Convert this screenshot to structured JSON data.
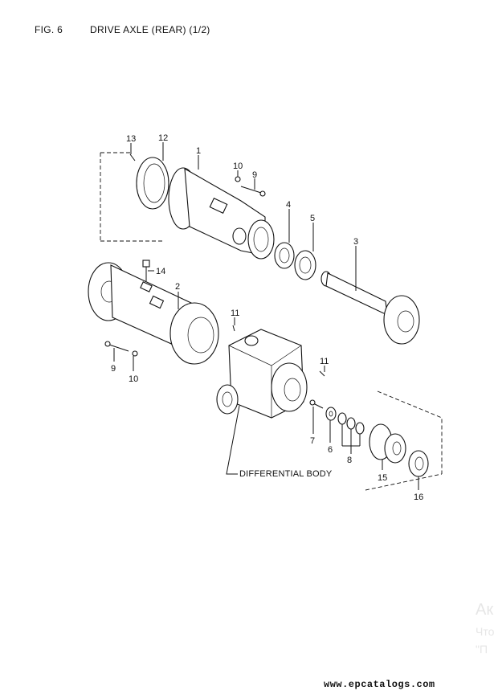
{
  "header": {
    "fig": "FIG. 6",
    "title": "DRIVE AXLE (REAR) (1/2)"
  },
  "callouts": [
    "1",
    "2",
    "3",
    "4",
    "5",
    "6",
    "7",
    "8",
    "9",
    "10",
    "11",
    "12",
    "13",
    "14",
    "15",
    "16"
  ],
  "subassembly": "DIFFERENTIAL BODY",
  "watermark": {
    "line1": "Ак",
    "line2": "Что",
    "line3": "\"П"
  },
  "footer": {
    "site": "www.epcatalogs.com"
  }
}
